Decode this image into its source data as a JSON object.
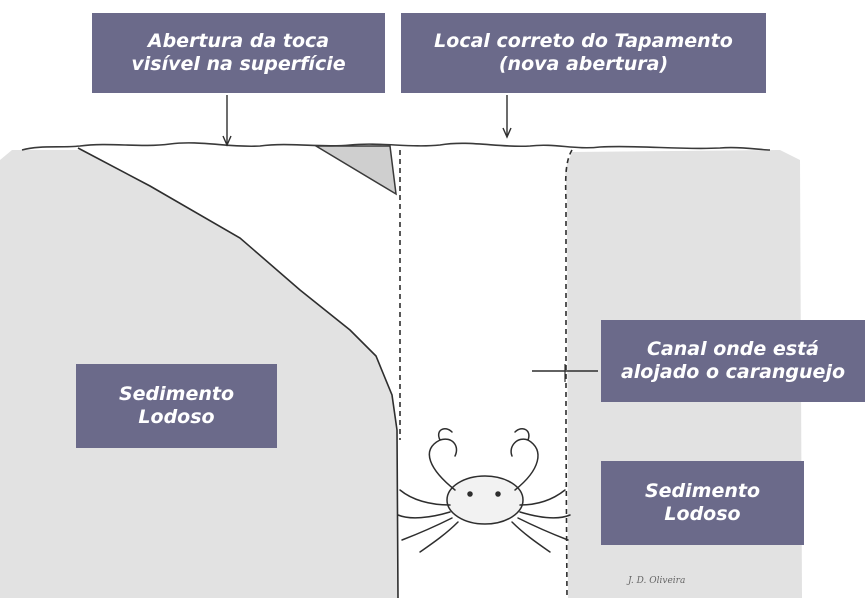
{
  "labels": {
    "burrow_opening": [
      "Abertura da toca",
      "visível na superfície"
    ],
    "correct_location": [
      "Local correto do Tapamento",
      "(nova abertura)"
    ],
    "channel": [
      "Canal onde está",
      "alojado o caranguejo"
    ],
    "sediment_left": [
      "Sedimento",
      "Lodoso"
    ],
    "sediment_right": [
      "Sedimento",
      "Lodoso"
    ]
  },
  "signature": "J. D. Oliveira",
  "colors": {
    "label_background": "#6b6a8a",
    "label_text": "#ffffff",
    "sediment": "#e2e2e2",
    "line": "#3a3a3a"
  }
}
